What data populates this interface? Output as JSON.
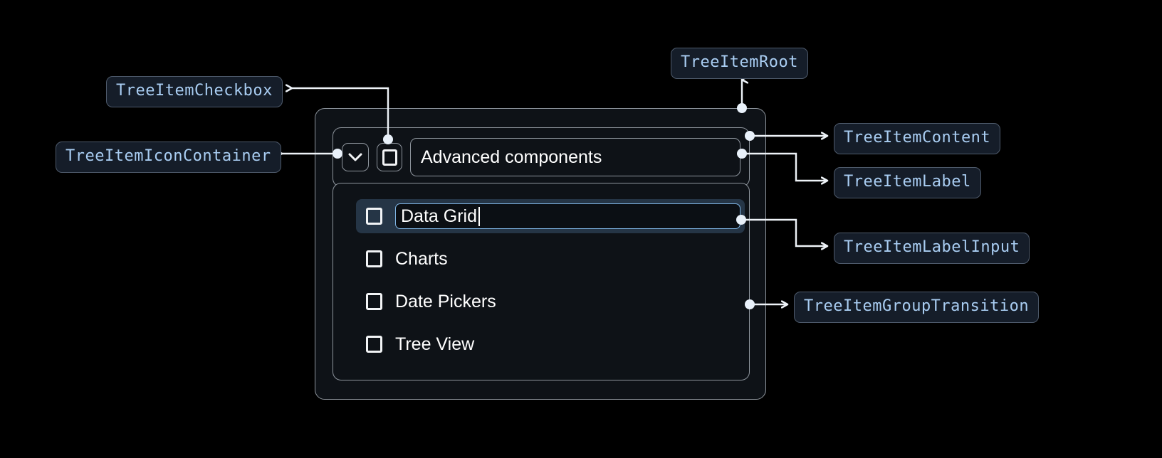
{
  "theme": {
    "page_background": "#000000",
    "panel_background": "#0e1217",
    "panel_border": "#8e959d",
    "badge_background": "#151d29",
    "badge_border": "#4e5a6b",
    "badge_text": "#a9cdf2",
    "selected_row_background": "#253546",
    "input_focus_border": "#7fb5e4",
    "text_primary": "#ffffff",
    "connector_color": "#eef3f8"
  },
  "annotations": [
    {
      "id": "tree-item-checkbox",
      "label": "TreeItemCheckbox"
    },
    {
      "id": "tree-item-icon-container",
      "label": "TreeItemIconContainer"
    },
    {
      "id": "tree-item-root",
      "label": "TreeItemRoot"
    },
    {
      "id": "tree-item-content",
      "label": "TreeItemContent"
    },
    {
      "id": "tree-item-label",
      "label": "TreeItemLabel"
    },
    {
      "id": "tree-item-label-input",
      "label": "TreeItemLabelInput"
    },
    {
      "id": "tree-item-group-transition",
      "label": "TreeItemGroupTransition"
    }
  ],
  "tree": {
    "expand_icon": "chevron-down-icon",
    "parent": {
      "checkbox_checked": false,
      "label": "Advanced components"
    },
    "children": [
      {
        "label": "Data Grid",
        "checkbox_checked": false,
        "editing": true,
        "selected": true
      },
      {
        "label": "Charts",
        "checkbox_checked": false,
        "editing": false,
        "selected": false
      },
      {
        "label": "Date Pickers",
        "checkbox_checked": false,
        "editing": false,
        "selected": false
      },
      {
        "label": "Tree View",
        "checkbox_checked": false,
        "editing": false,
        "selected": false
      }
    ]
  }
}
